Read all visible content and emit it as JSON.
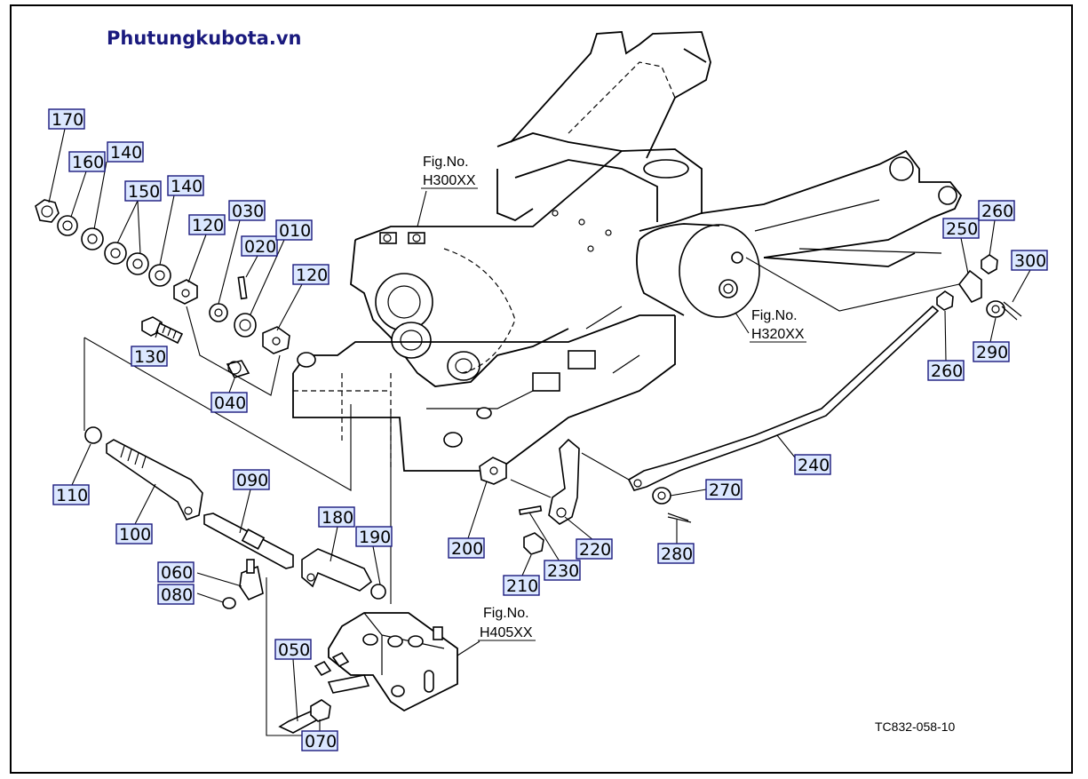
{
  "brand": "Phutungkubota.vn",
  "drawing_code": "TC832-058-10",
  "fig_refs": [
    {
      "line1": "Fig.No.",
      "line2": "H300XX"
    },
    {
      "line1": "Fig.No.",
      "line2": "H320XX"
    },
    {
      "line1": "Fig.No.",
      "line2": "H405XX"
    }
  ],
  "callouts": [
    "170",
    "160",
    "140",
    "150",
    "140",
    "120",
    "030",
    "020",
    "010",
    "120",
    "130",
    "040",
    "110",
    "100",
    "090",
    "060",
    "080",
    "180",
    "190",
    "050",
    "070",
    "200",
    "210",
    "230",
    "220",
    "240",
    "270",
    "280",
    "250",
    "260",
    "300",
    "260",
    "290"
  ],
  "colors": {
    "brand": "#1a1a7e",
    "label_fill": "#dbe7ff",
    "line": "#000000"
  }
}
